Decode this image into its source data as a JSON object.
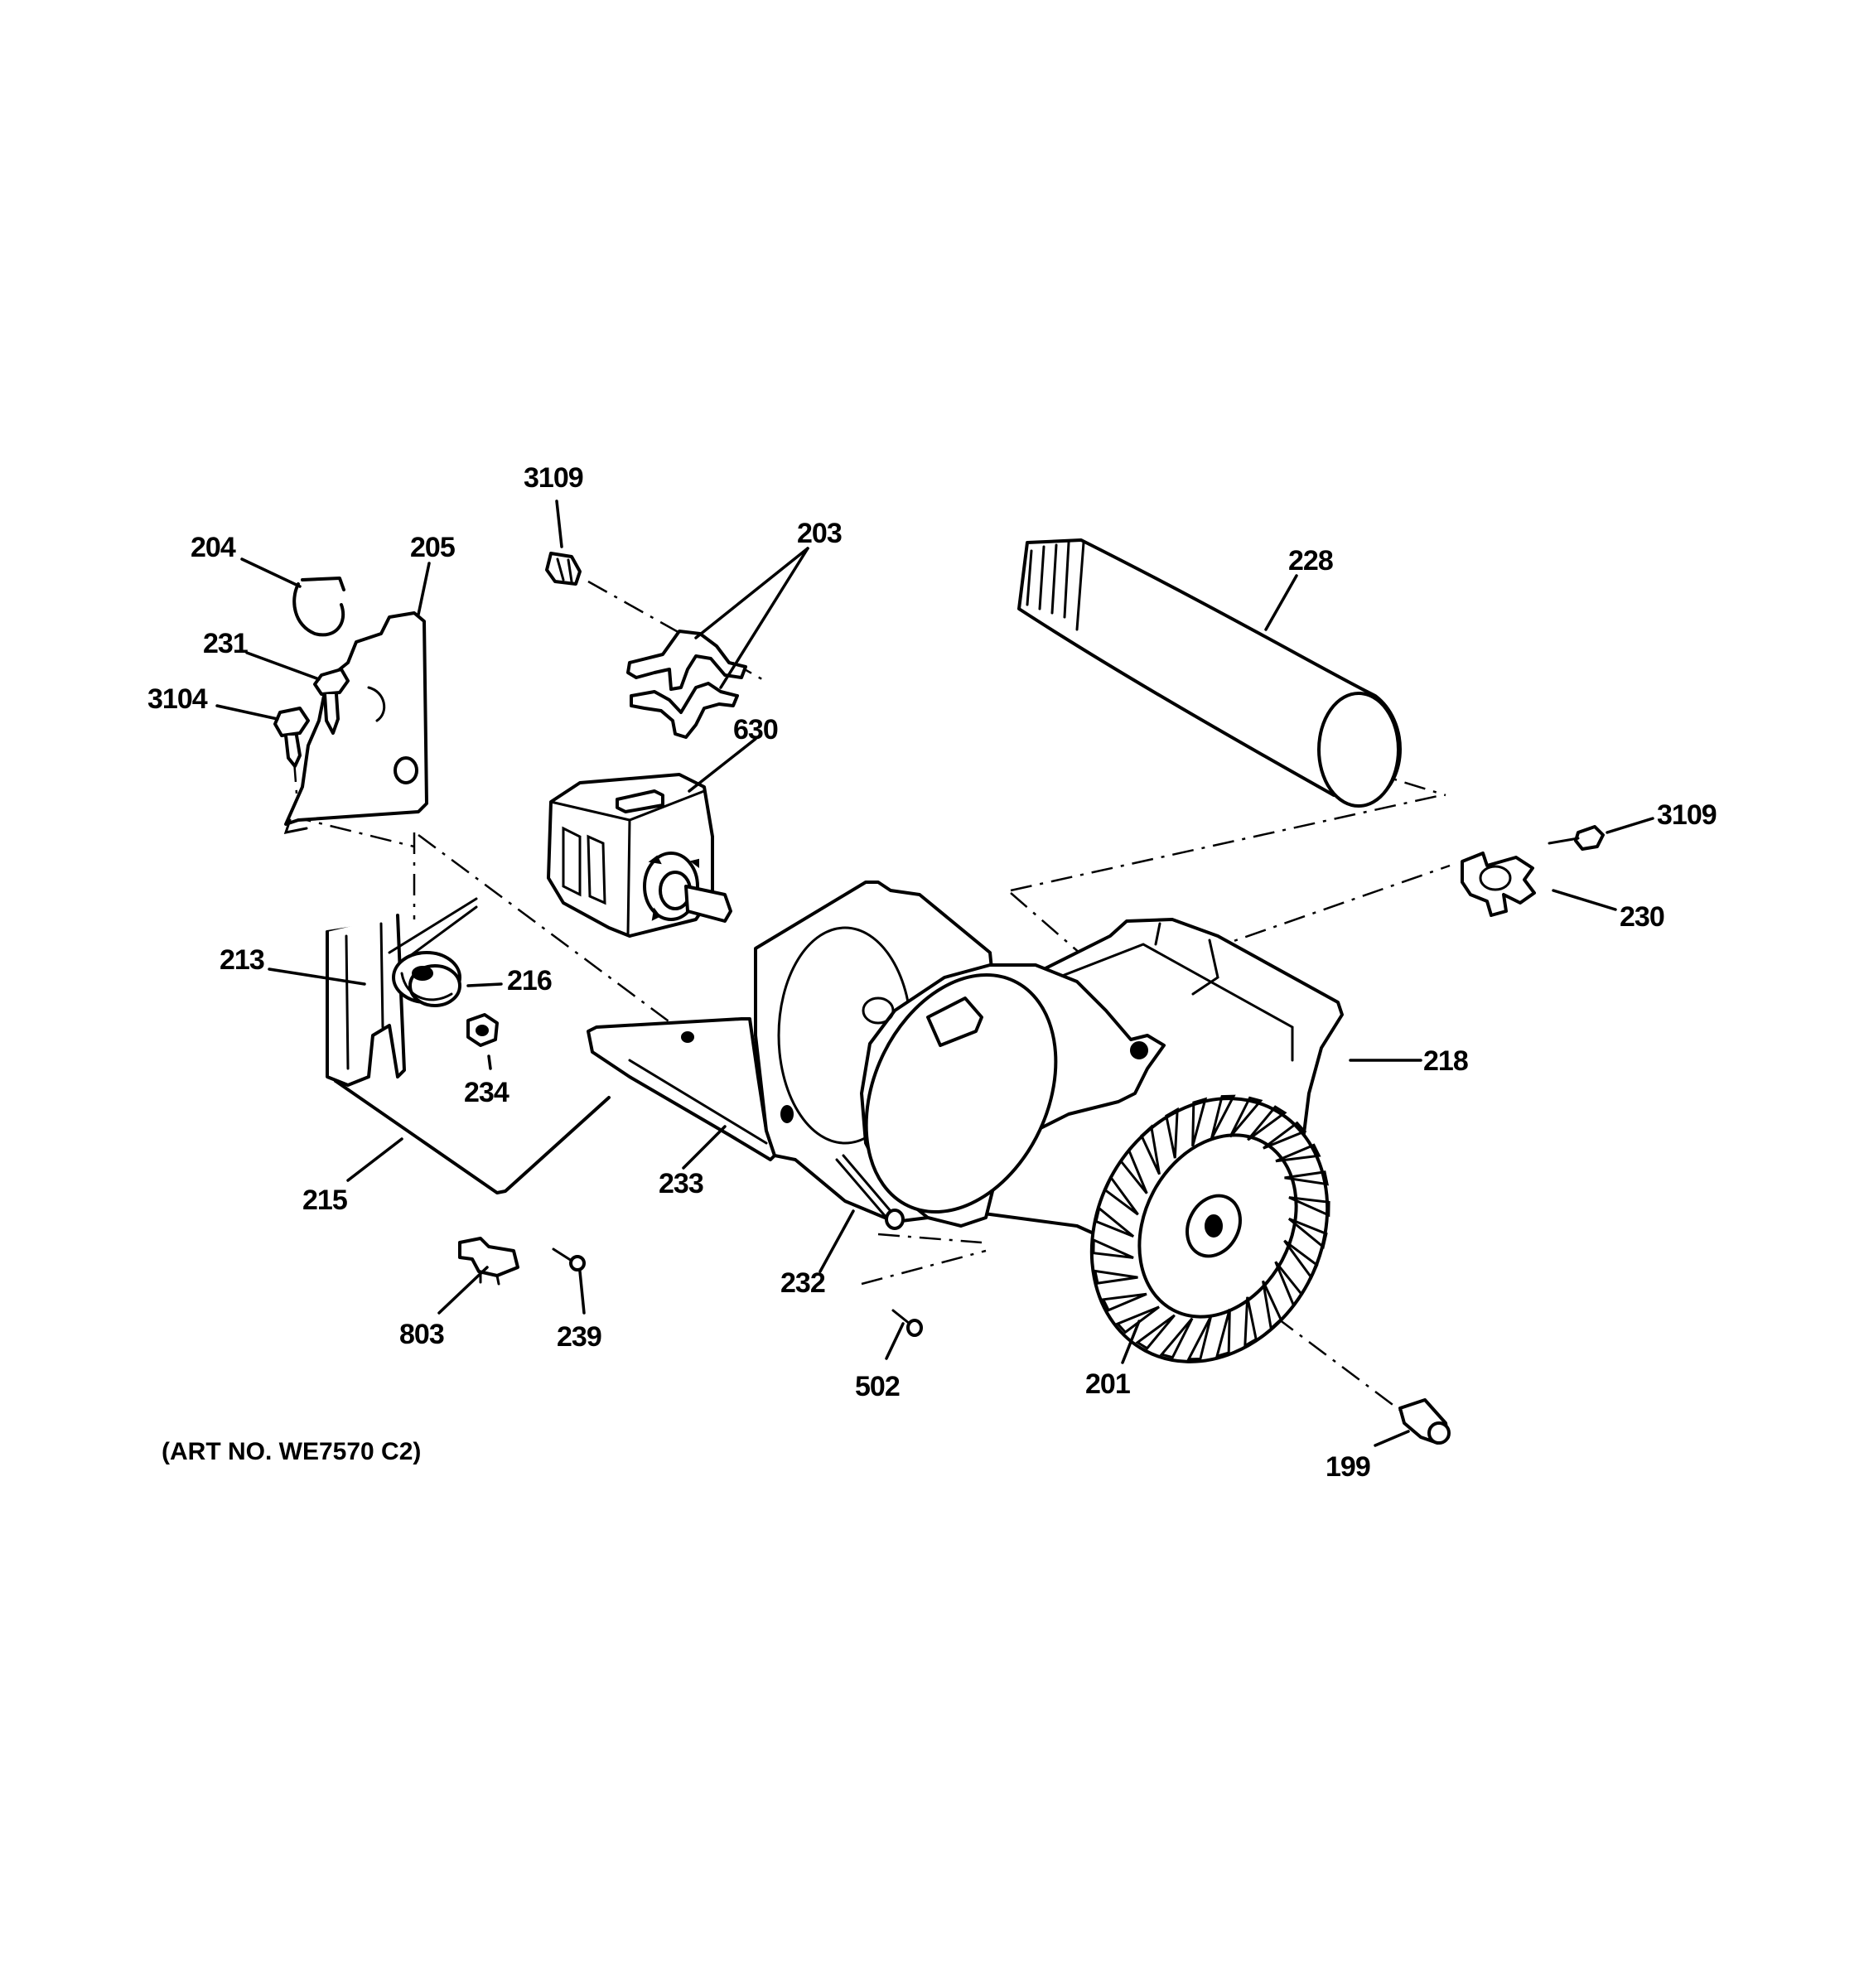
{
  "art_number": "(ART NO. WE7570 C2)",
  "labels": [
    {
      "id": "l3109a",
      "text": "3109"
    },
    {
      "id": "l204",
      "text": "204"
    },
    {
      "id": "l205",
      "text": "205"
    },
    {
      "id": "l203",
      "text": "203"
    },
    {
      "id": "l228",
      "text": "228"
    },
    {
      "id": "l231",
      "text": "231"
    },
    {
      "id": "l3104",
      "text": "3104"
    },
    {
      "id": "l630",
      "text": "630"
    },
    {
      "id": "l3109b",
      "text": "3109"
    },
    {
      "id": "l230",
      "text": "230"
    },
    {
      "id": "l213",
      "text": "213"
    },
    {
      "id": "l216",
      "text": "216"
    },
    {
      "id": "l218",
      "text": "218"
    },
    {
      "id": "l234",
      "text": "234"
    },
    {
      "id": "l233",
      "text": "233"
    },
    {
      "id": "l215",
      "text": "215"
    },
    {
      "id": "l232",
      "text": "232"
    },
    {
      "id": "l803",
      "text": "803"
    },
    {
      "id": "l239",
      "text": "239"
    },
    {
      "id": "l502",
      "text": "502"
    },
    {
      "id": "l201",
      "text": "201"
    },
    {
      "id": "l199",
      "text": "199"
    }
  ]
}
